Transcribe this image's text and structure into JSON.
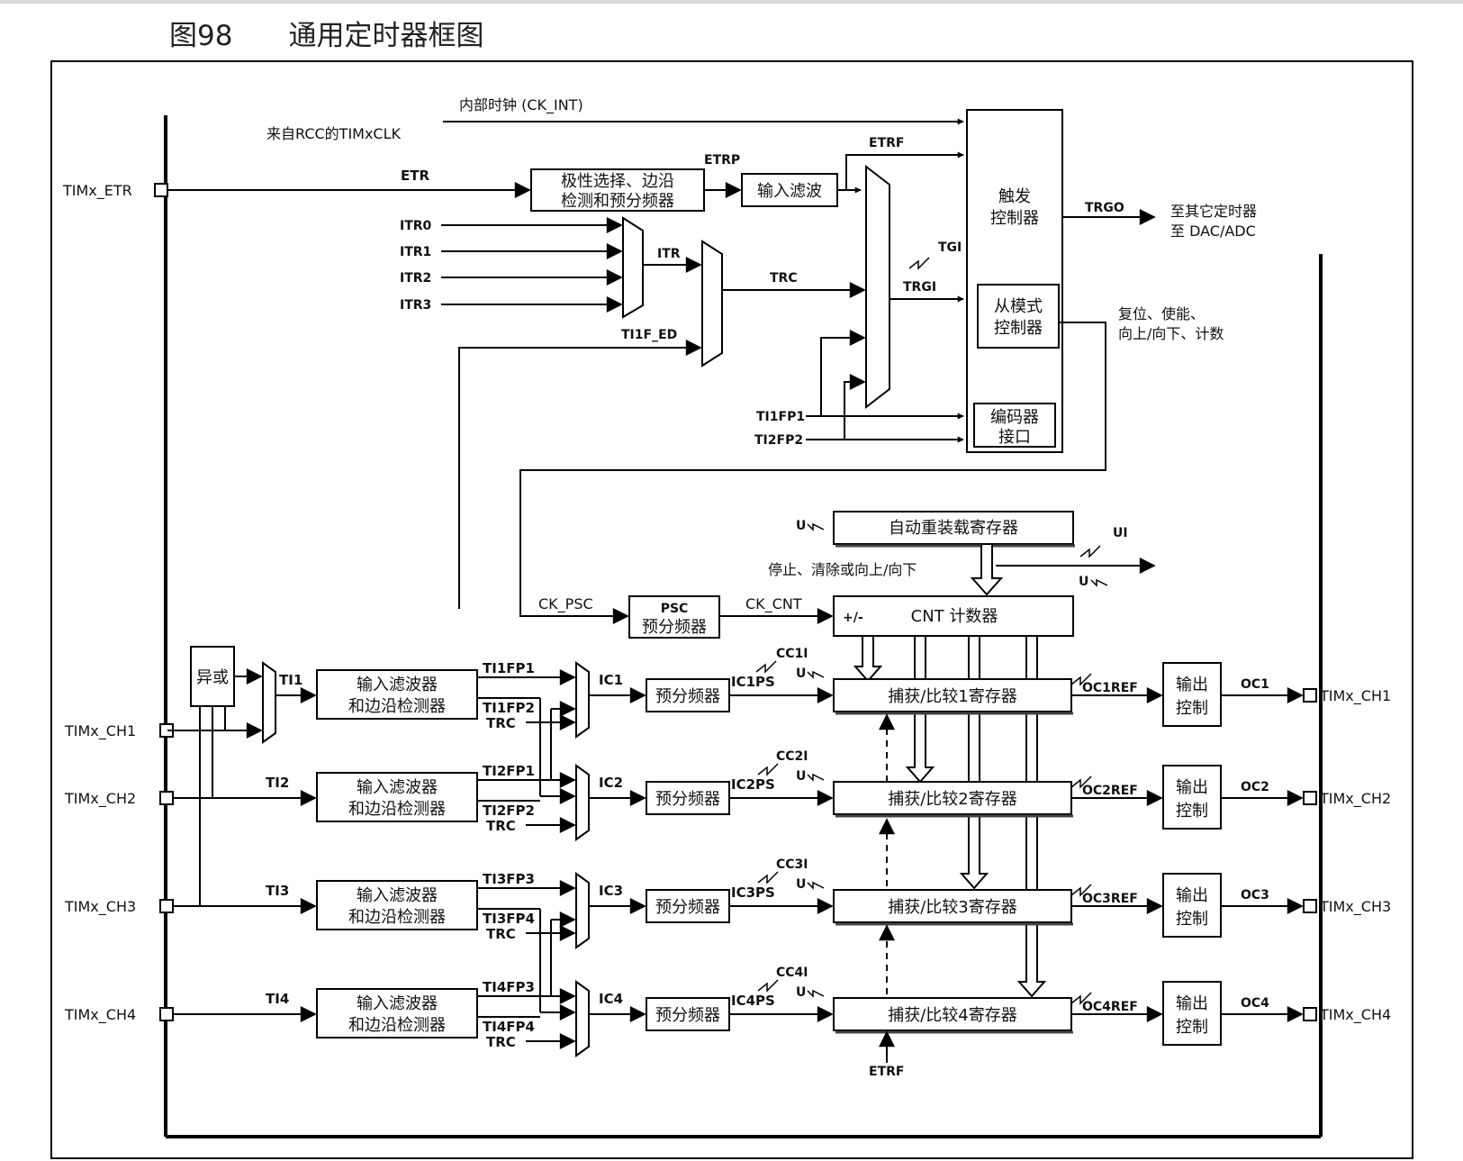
{
  "figure": {
    "number": "图98",
    "title": "通用定时器框图"
  },
  "pins": {
    "etr": "TIMx_ETR",
    "ch1": "TIMx_CH1",
    "ch2": "TIMx_CH2",
    "ch3": "TIMx_CH3",
    "ch4": "TIMx_CH4"
  },
  "clock": {
    "ck_int": "内部时钟 (CK_INT)",
    "rcc": "来自RCC的TIMxCLK"
  },
  "signals": {
    "etr": "ETR",
    "etrp": "ETRP",
    "etrf": "ETRF",
    "itr0": "ITR0",
    "itr1": "ITR1",
    "itr2": "ITR2",
    "itr3": "ITR3",
    "itr": "ITR",
    "trc": "TRC",
    "ti1f_ed": "TI1F_ED",
    "tgi": "TGI",
    "trgi": "TRGI",
    "ti1fp1": "TI1FP1",
    "ti2fp2": "TI2FP2",
    "trgo": "TRGO",
    "ck_psc": "CK_PSC",
    "ck_cnt": "CK_CNT",
    "u": "U",
    "ui": "UI",
    "ti": [
      "TI1",
      "TI2",
      "TI3",
      "TI4"
    ],
    "fp": [
      [
        "TI1FP1",
        "TI1FP2"
      ],
      [
        "TI2FP1",
        "TI2FP2"
      ],
      [
        "TI3FP3",
        "TI3FP4"
      ],
      [
        "TI4FP3",
        "TI4FP4"
      ]
    ],
    "ic": [
      "IC1",
      "IC2",
      "IC3",
      "IC4"
    ],
    "icps": [
      "IC1PS",
      "IC2PS",
      "IC3PS",
      "IC4PS"
    ],
    "cci": [
      "CC1I",
      "CC2I",
      "CC3I",
      "CC4I"
    ],
    "ocref": [
      "OC1REF",
      "OC2REF",
      "OC3REF",
      "OC4REF"
    ],
    "oc": [
      "OC1",
      "OC2",
      "OC3",
      "OC4"
    ],
    "etrf_bottom": "ETRF"
  },
  "blocks": {
    "polarity": [
      "极性选择、边沿",
      "检测和预分频器"
    ],
    "input_filter": "输入滤波",
    "trigger_ctrl": [
      "触发",
      "控制器"
    ],
    "slave_ctrl": [
      "从模式",
      "控制器"
    ],
    "encoder": [
      "编码器",
      "接口"
    ],
    "xor": "异或",
    "filter_edge": [
      "输入滤波器",
      "和边沿检测器"
    ],
    "prescaler": "预分频器",
    "psc": [
      "PSC",
      "预分频器"
    ],
    "auto_reload": "自动重装载寄存器",
    "cnt_sign": "+/-",
    "cnt": "CNT 计数器",
    "capture": [
      "捕获/比较1寄存器",
      "捕获/比较2寄存器",
      "捕获/比较3寄存器",
      "捕获/比较4寄存器"
    ],
    "output_ctrl": [
      "输出",
      "控制"
    ]
  },
  "annotations": {
    "to_timers": [
      "至其它定时器",
      "至 DAC/ADC"
    ],
    "slave_modes": [
      "复位、使能、",
      "向上/向下、计数"
    ],
    "stop_clear": "停止、清除或向上/向下"
  }
}
